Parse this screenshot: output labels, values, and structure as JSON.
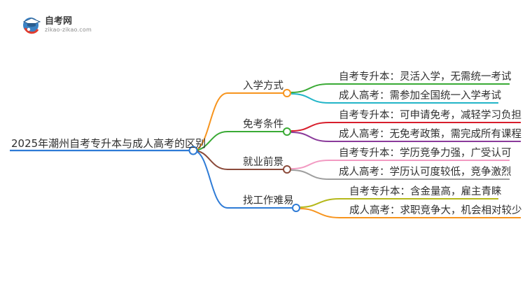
{
  "logo": {
    "title": "自考网",
    "subtitle": "zikao-zikao.com",
    "icon": "graduation-cap-icon"
  },
  "mindmap": {
    "root": "2025年潮州自考专升本与成人高考的区别",
    "branches": [
      {
        "label": "入学方式",
        "color": "#f7941d",
        "leaves": [
          {
            "text": "自考专升本：灵活入学，无需统一考试",
            "color": "#3aaa35"
          },
          {
            "text": "成人高考：需参加全国统一入学考试",
            "color": "#22b5c8"
          }
        ]
      },
      {
        "label": "免考条件",
        "color": "#3aaa35",
        "leaves": [
          {
            "text": "自考专升本：可申请免考，减轻学习负担",
            "color": "#d81e2c"
          },
          {
            "text": "成人高考：无免考政策，需完成所有课程",
            "color": "#8a3a9a"
          }
        ]
      },
      {
        "label": "就业前景",
        "color": "#8b4a3a",
        "leaves": [
          {
            "text": "自考专升本：学历竞争力强，广受认可",
            "color": "#f29ac2"
          },
          {
            "text": "成人高考：学历认可度较低，竞争激烈",
            "color": "#9e9e9e"
          }
        ]
      },
      {
        "label": "找工作难易",
        "color": "#2e7bd6",
        "leaves": [
          {
            "text": "自考专升本：含金量高，雇主青睐",
            "color": "#b5b81a"
          },
          {
            "text": "成人高考：求职竞争大，机会相对较少",
            "color": "#f7941d"
          }
        ]
      }
    ]
  },
  "colors": {
    "root_line": "#2e7bd6",
    "node_fill": "#ffffff"
  }
}
